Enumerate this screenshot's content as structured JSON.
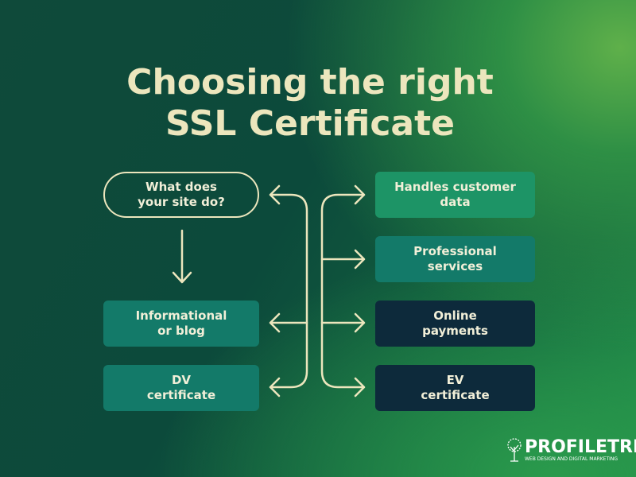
{
  "title": {
    "line1": "Choosing the right",
    "line2": "SSL Certificate"
  },
  "question": "What does your site do?",
  "left": [
    {
      "label": "Informational or blog"
    },
    {
      "label": "DV certificate"
    }
  ],
  "right": [
    {
      "label": "Handles customer data"
    },
    {
      "label": "Professional services"
    },
    {
      "label": "Online payments"
    },
    {
      "label": "EV certificate"
    }
  ],
  "logo": {
    "name": "PROFILETREE",
    "tagline": "WEB DESIGN AND DIGITAL MARKETING"
  },
  "colors": {
    "title": "#ece6bd",
    "teal": "#137a69",
    "green": "#1d9466",
    "navy": "#0d2a3b"
  }
}
